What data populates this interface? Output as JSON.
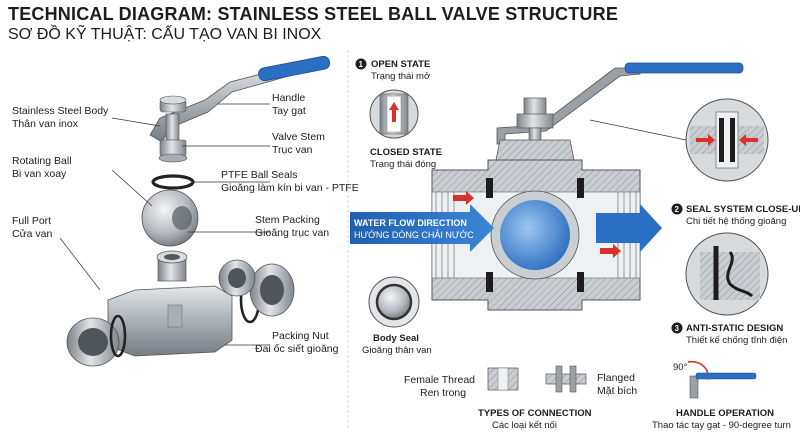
{
  "title": "TECHNICAL DIAGRAM: STAINLESS STEEL BALL VALVE STRUCTURE",
  "subtitle": "SƠ ĐỒ KỸ THUẬT: CẤU TẠO VAN BI INOX",
  "exploded_labels": [
    {
      "en": "Handle",
      "vi": "Tay gạt"
    },
    {
      "en": "Stainless Steel Body",
      "vi": "Thân van inox"
    },
    {
      "en": "Valve Stem",
      "vi": "Trục van"
    },
    {
      "en": "Rotating Ball",
      "vi": "Bi van xoay"
    },
    {
      "en": "PTFE Ball Seals",
      "vi": "Gioăng làm kín bi van - PTFE"
    },
    {
      "en": "Stem Packing",
      "vi": "Gioăng trục van"
    },
    {
      "en": "Full Port",
      "vi": "Cửa van"
    },
    {
      "en": "Packing Nut",
      "vi": "Đai ốc siết gioăng"
    }
  ],
  "states": {
    "open_num": "1",
    "open_en": "OPEN STATE",
    "open_vi": "Trạng thái mở",
    "closed_en": "CLOSED STATE",
    "closed_vi": "Trạng thái đóng"
  },
  "flow": {
    "en": "WATER FLOW DIRECTION",
    "vi": "HƯỚNG DÒNG CHẢI NƯỚC"
  },
  "body_seal": {
    "en": "Body Seal",
    "vi": "Gioăng thân van"
  },
  "seal_closeup": {
    "num": "2",
    "en": "SEAL SYSTEM CLOSE-UP",
    "vi": "Chi tiết hệ thống gioăng"
  },
  "anti_static": {
    "num": "3",
    "en": "ANTI-STATIC DESIGN",
    "vi": "Thiết kế chống tĩnh điện"
  },
  "connection": {
    "female_en": "Female Thread",
    "female_vi": "Ren trong",
    "flanged_en": "Flanged",
    "flanged_vi": "Mặt bích",
    "types_en": "TYPES OF CONNECTION",
    "types_vi": "Các loại kết nối"
  },
  "handle_op": {
    "angle": "90°",
    "en": "HANDLE OPERATION",
    "vi": "Thao tác tay gạt - 90-degree turn"
  },
  "colors": {
    "blue": "#2b6fc4",
    "steel": "#b9bec4",
    "dark": "#1d1d1d",
    "red": "#d9302c"
  }
}
